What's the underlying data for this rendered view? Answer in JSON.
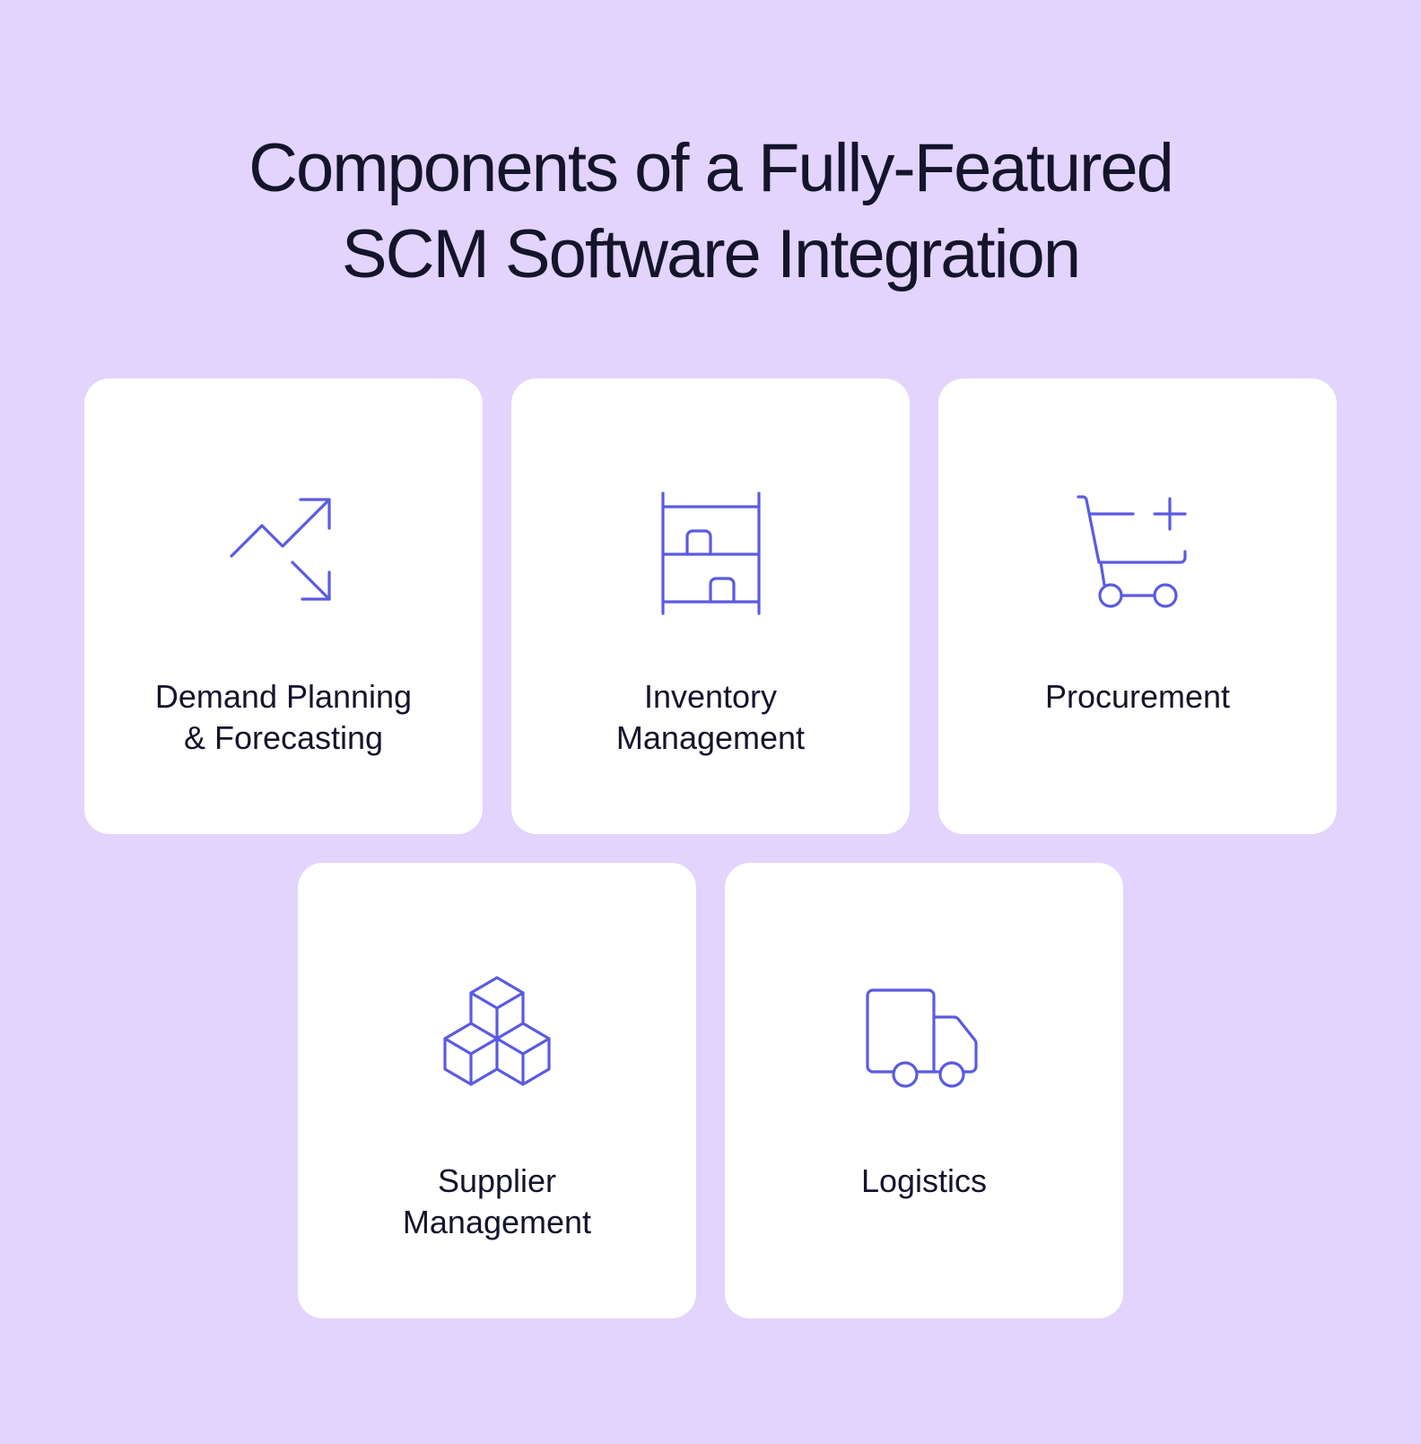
{
  "title": {
    "line1": "Components of a Fully-Featured",
    "line2": "SCM Software Integration"
  },
  "cards": [
    {
      "icon": "trend-arrows-icon",
      "lines": [
        "Demand Planning",
        "& Forecasting"
      ]
    },
    {
      "icon": "shelving-icon",
      "lines": [
        "Inventory",
        "Management"
      ]
    },
    {
      "icon": "shopping-cart-plus-icon",
      "lines": [
        "Procurement"
      ]
    },
    {
      "icon": "stacked-cubes-icon",
      "lines": [
        "Supplier",
        "Management"
      ]
    },
    {
      "icon": "delivery-truck-icon",
      "lines": [
        "Logistics"
      ]
    }
  ],
  "colors": {
    "background": "#e3d4fe",
    "card": "#ffffff",
    "icon": "#5a5be0",
    "text": "#14142b"
  }
}
